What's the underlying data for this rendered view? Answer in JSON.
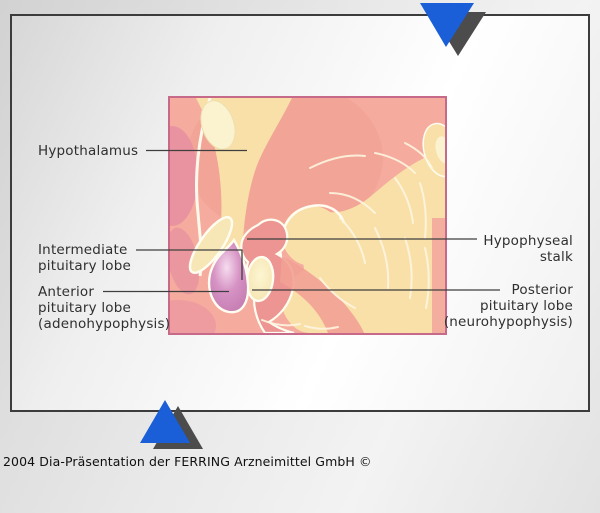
{
  "slide": {
    "caption": "2004 Dia-Präsentation der FERRING Arzneimittel GmbH ©"
  },
  "diagram": {
    "labels": {
      "hypothalamus": [
        "Hypothalamus"
      ],
      "intermediate": [
        "Intermediate",
        "pituitary lobe"
      ],
      "anterior": [
        "Anterior",
        "pituitary lobe",
        "(adenohypophysis)"
      ],
      "hypophyseal_stalk": [
        "Hypophyseal",
        "stalk"
      ],
      "posterior": [
        "Posterior",
        "pituitary lobe",
        "(neurohypophysis)"
      ]
    }
  },
  "colors": {
    "nav_blue": "#1a5ed8",
    "nav_shadow": "#4c4c4c",
    "diagram_border": "#c76a8a",
    "leader_line": "#3f3f3f",
    "label_text": "#2f2f2f",
    "art_salmon": "#f5ab9e",
    "art_rose": "#e993a0",
    "art_cream": "#f8e0a8",
    "art_pale_cream": "#fbf3d0",
    "art_purple": "#c87fb5",
    "art_dark_salmon": "#ec9592"
  }
}
